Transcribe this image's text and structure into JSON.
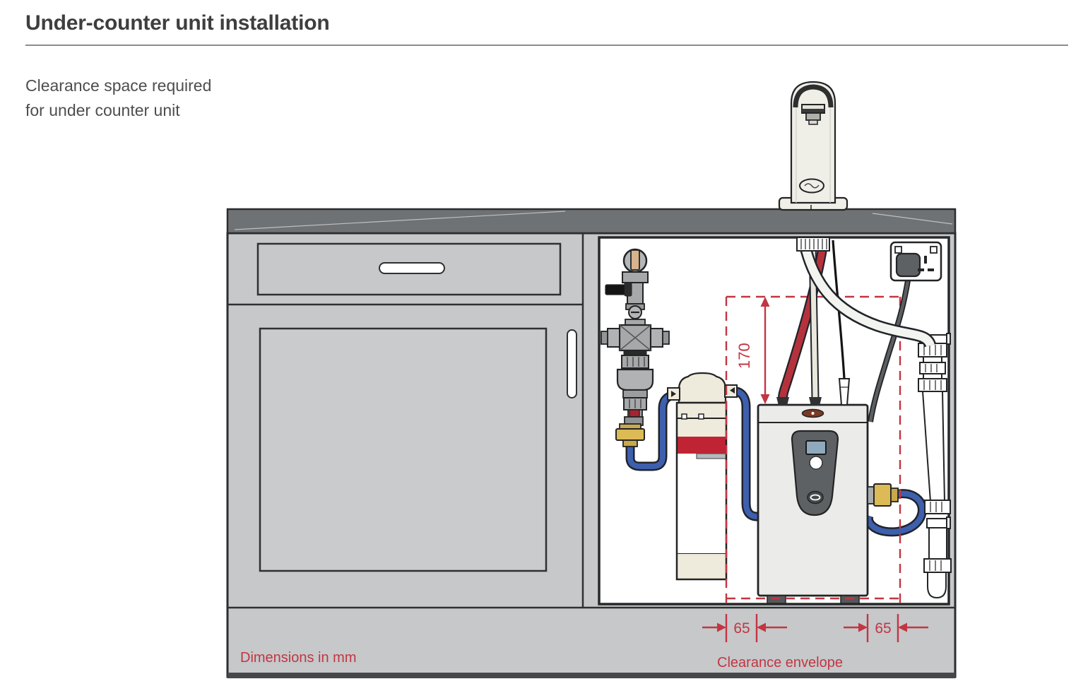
{
  "header": {
    "title": "Under-counter unit installation"
  },
  "intro": {
    "line1": "Clearance space required",
    "line2": "for under counter unit"
  },
  "diagram": {
    "labels": {
      "dimensions_note": "Dimensions in mm",
      "clearance_envelope": "Clearance envelope"
    },
    "dimensions": {
      "height_mm": "170",
      "left_gap_mm": "65",
      "right_gap_mm": "65"
    },
    "colors": {
      "annotation_red": "#c23642",
      "hot_pipe_red": "#b5323c",
      "water_pipe_blue": "#3d5fae",
      "brass_fitting": "#dcba55",
      "countertop_gray": "#6f7274",
      "cabinet_gray": "#c6c8ca",
      "equipment_panel_gray": "#5d6163"
    },
    "components": {
      "tap": "tap-icon",
      "valve": "isolating-valve-icon",
      "filter": "water-filter-icon",
      "heater": "under-counter-unit-icon",
      "socket": "power-socket-icon",
      "drain": "drain-standpipe-icon"
    }
  }
}
